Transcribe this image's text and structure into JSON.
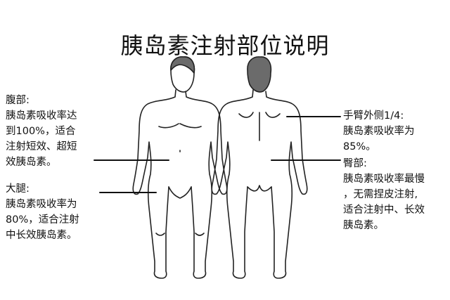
{
  "title": "胰岛素注射部位说明",
  "annotations": {
    "abdomen": {
      "heading": "腹部:",
      "lines": [
        "胰岛素吸收率达",
        "到100%，适合",
        "注射短效、超短",
        "效胰岛素。"
      ]
    },
    "thigh": {
      "heading": "大腿:",
      "lines": [
        "胰岛素吸收率为",
        "80%，适合注射",
        "中长效胰岛素。"
      ]
    },
    "arm": {
      "heading": "手臂外侧1/4:",
      "lines": [
        "胰岛素吸收率为",
        "85%。"
      ]
    },
    "buttock": {
      "heading": "臀部:",
      "lines": [
        "胰岛素吸收率最慢",
        "，无需捏皮注射,",
        "适合注射中、长效",
        "胰岛素。"
      ]
    }
  },
  "colors": {
    "hair": "#6b6b6b",
    "outline": "#222222",
    "text": "#111111"
  }
}
